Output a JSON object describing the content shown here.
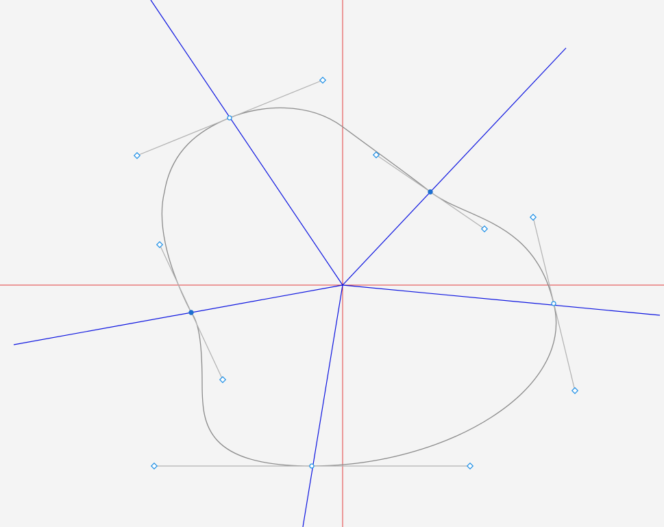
{
  "colors": {
    "background": "#f4f4f4",
    "axis": "#e23b3b",
    "ray": "#0a12e0",
    "curve": "#8a8a8a",
    "handle_line": "#b0b0b0",
    "handle": "#1d8fe6",
    "anchor_filled": "#1d6fd0"
  },
  "diagram": {
    "axes": [
      "horizontal",
      "vertical"
    ],
    "closed_curve": true,
    "anchor_points": [
      {
        "id": "top-left",
        "style": "hollow"
      },
      {
        "id": "upper-right",
        "style": "filled"
      },
      {
        "id": "right",
        "style": "hollow"
      },
      {
        "id": "bottom",
        "style": "hollow"
      },
      {
        "id": "left",
        "style": "filled"
      }
    ],
    "control_handle_count": 10
  }
}
